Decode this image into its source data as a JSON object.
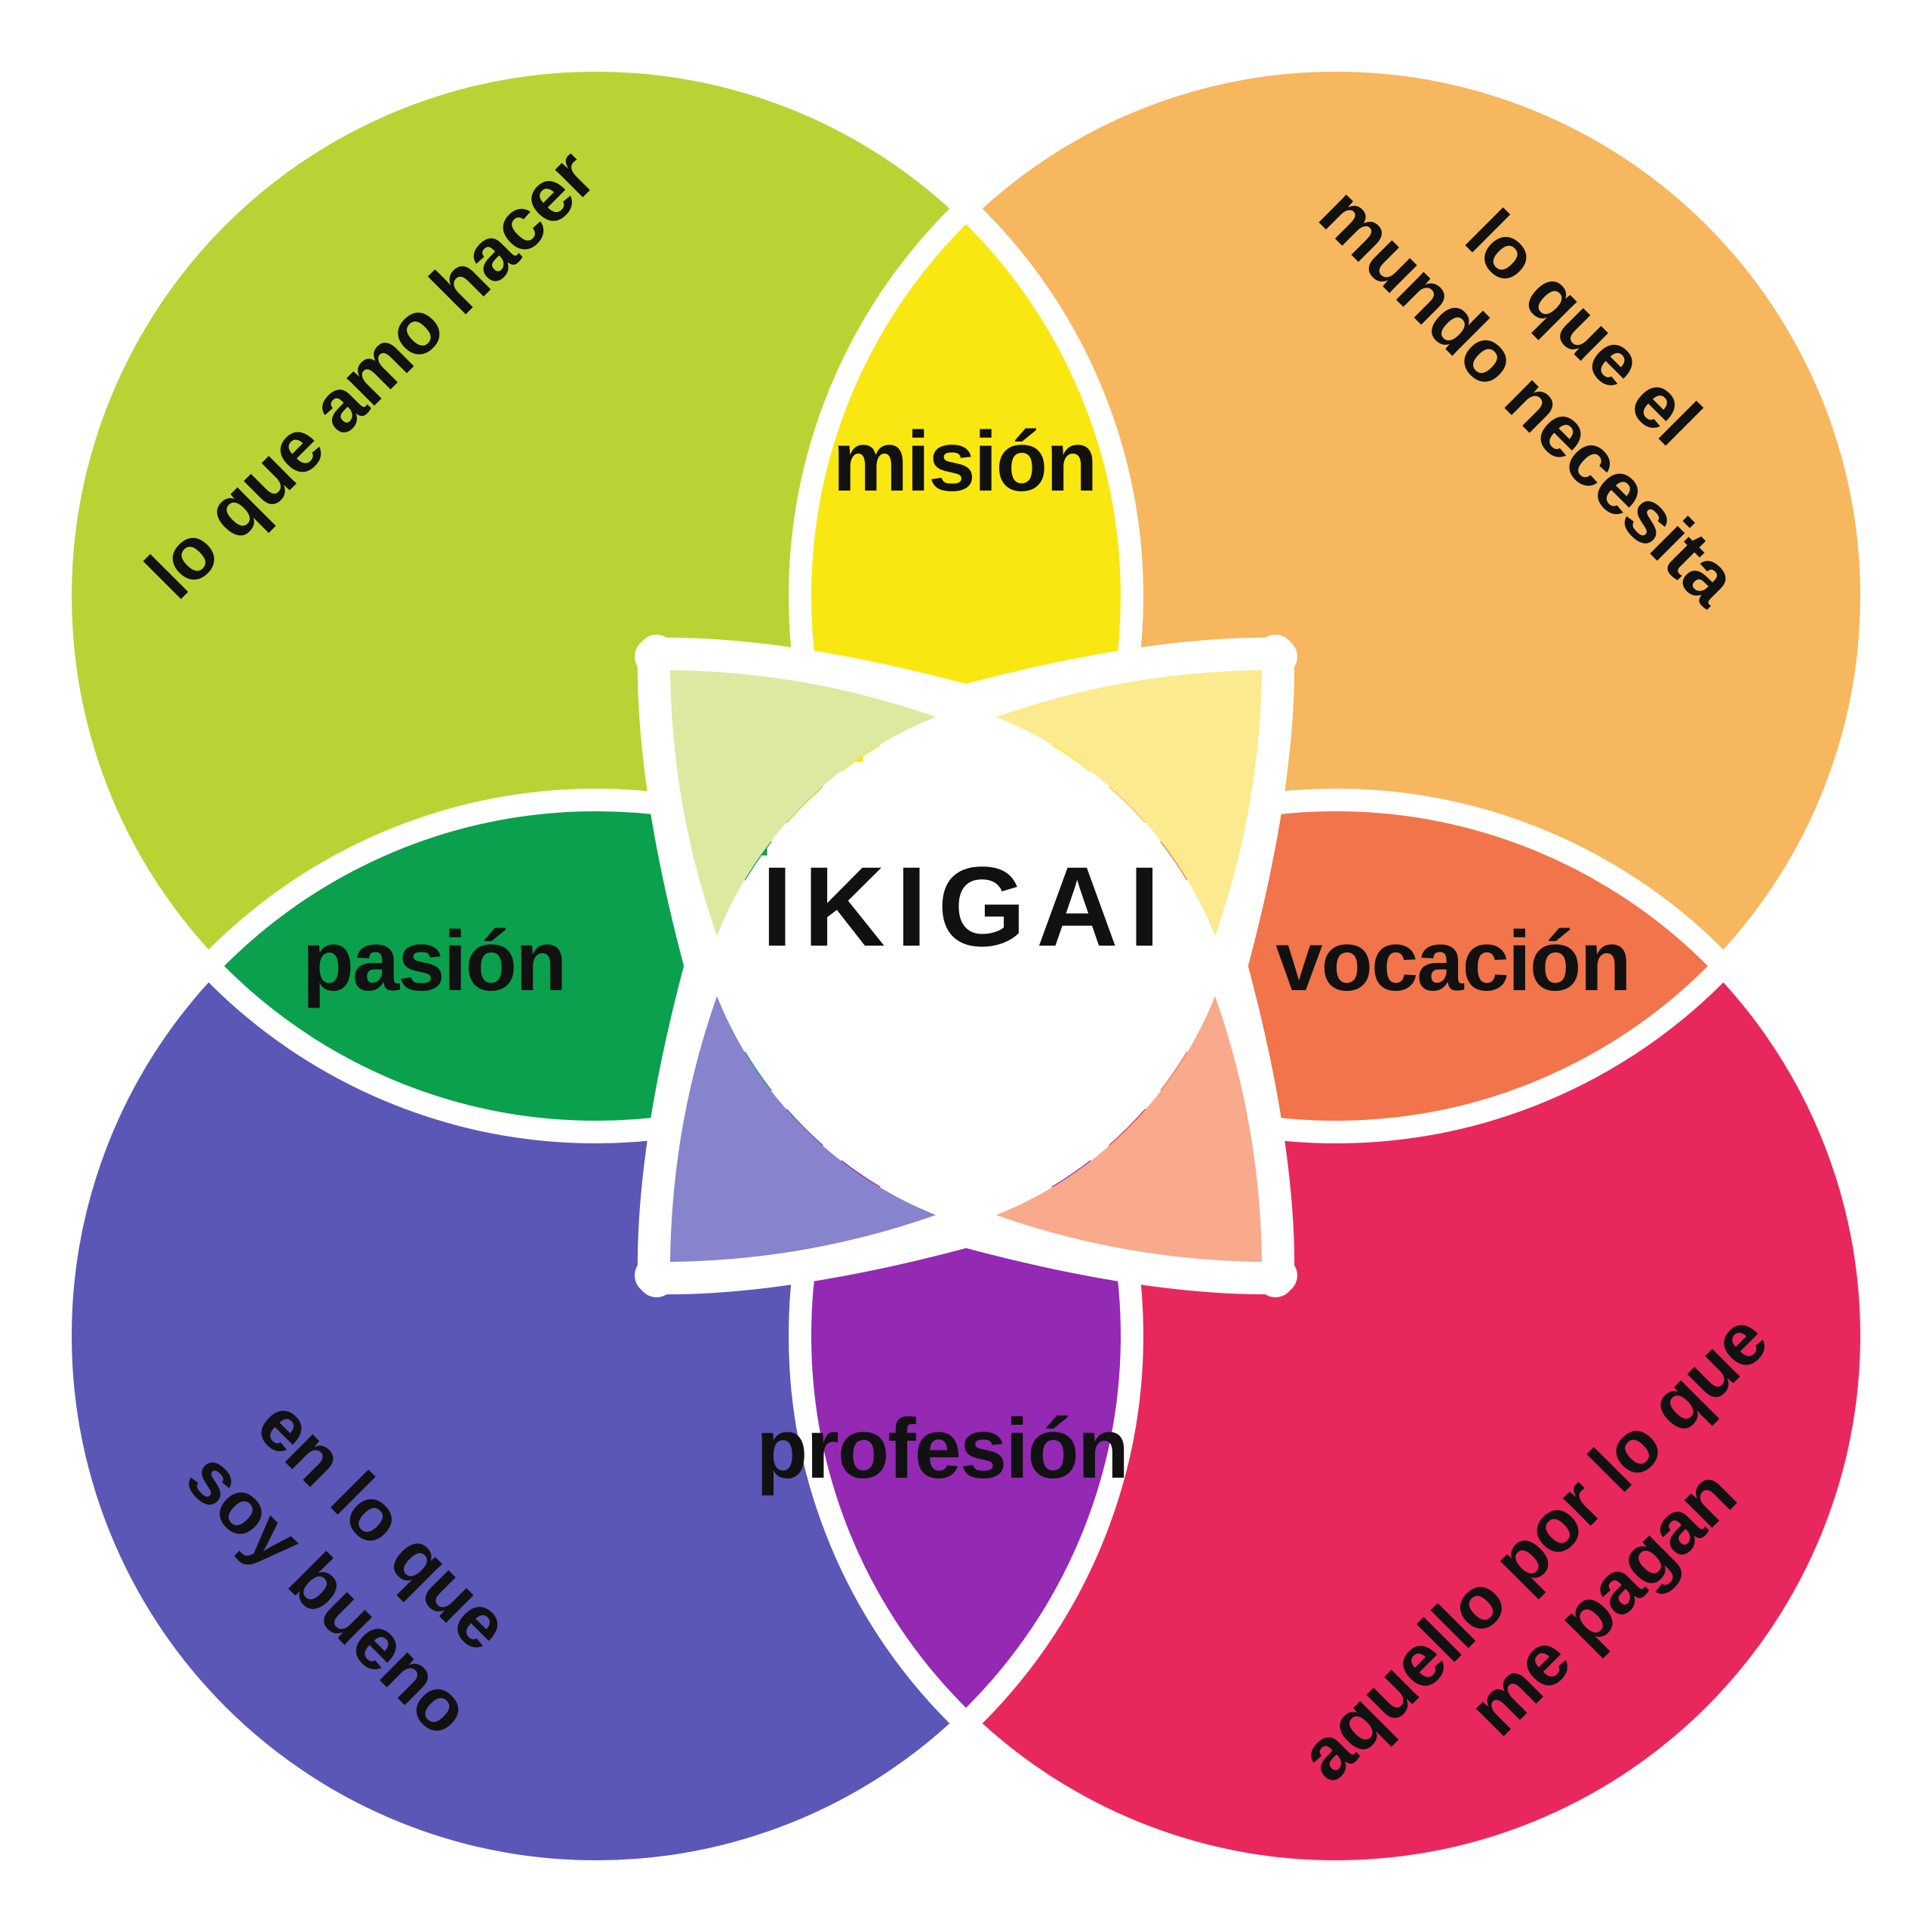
{
  "title": "IKIGAI",
  "theme": {
    "background": "#ffffff",
    "seam": "#ffffff",
    "text": "#111111"
  },
  "center": {
    "label": "IKIGAI",
    "fill": "#ffffff"
  },
  "circles": [
    {
      "id": "amo-hacer",
      "position": "top-left",
      "label": "lo que amo hacer",
      "label_lines": [
        "lo que amo hacer"
      ],
      "color": "#b9d335"
    },
    {
      "id": "mundo-necesita",
      "position": "top-right",
      "label": "lo que el mundo necesita",
      "label_lines": [
        "lo que el",
        "mundo necesita"
      ],
      "color": "#f6b75f"
    },
    {
      "id": "soy-bueno",
      "position": "bottom-left",
      "label": "en lo que soy bueno",
      "label_lines": [
        "en lo que",
        "soy bueno"
      ],
      "color": "#5b57b7"
    },
    {
      "id": "me-pagan",
      "position": "bottom-right",
      "label": "aquello por lo que me pagan",
      "label_lines": [
        "aquello por lo que",
        "me pagan"
      ],
      "color": "#e8285c"
    }
  ],
  "intersections": [
    {
      "id": "mision",
      "position": "top",
      "label": "misión",
      "color": "#f9e711"
    },
    {
      "id": "vocacion",
      "position": "right",
      "label": "vocación",
      "color": "#f1744b"
    },
    {
      "id": "profesion",
      "position": "bottom",
      "label": "profesión",
      "color": "#9429b3"
    },
    {
      "id": "pasion",
      "position": "left",
      "label": "pasión",
      "color": "#0aa04e"
    }
  ],
  "petals": [
    {
      "id": "petal-top-left",
      "color": "#dce9a1"
    },
    {
      "id": "petal-top-right",
      "color": "#fbea8e"
    },
    {
      "id": "petal-bottom-right",
      "color": "#f9a98c"
    },
    {
      "id": "petal-bottom-left",
      "color": "#8783cd"
    }
  ]
}
